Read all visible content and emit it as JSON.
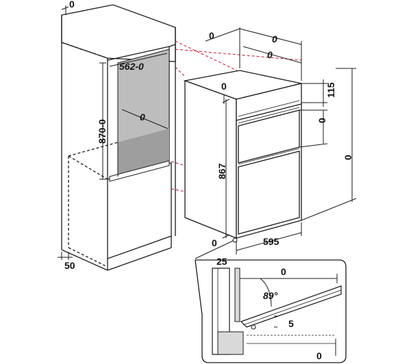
{
  "colors": {
    "line": "#1a1a1a",
    "hidden": "#c8102e",
    "cavity": "#bdbdbd",
    "cavity_shadow": "#9e9e9e",
    "detail_fill": "#d9d9d9"
  },
  "labels": {
    "cab_depth_top": "0",
    "niche_width": "562-0",
    "niche_height": "870-0",
    "niche_depth": "0",
    "cab_plinth": "50",
    "oven_depth_a": "0",
    "oven_depth_b": "0",
    "oven_depth_c": "0",
    "oven_top_gap": "0",
    "oven_panel": "115",
    "oven_mid": "0",
    "oven_height_total": "0",
    "oven_height": "867",
    "oven_width": "595",
    "oven_base": "0",
    "door_offset": "25",
    "detail_width": "0",
    "door_angle": "89°",
    "door_gap": "5",
    "door_bottom": "0"
  }
}
